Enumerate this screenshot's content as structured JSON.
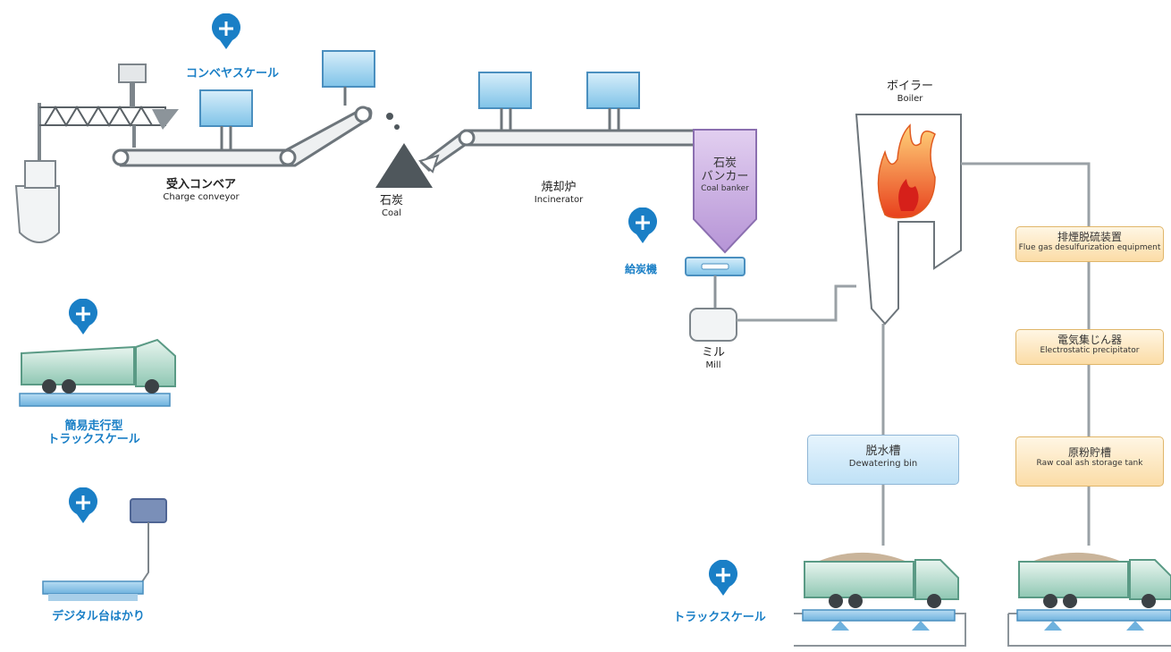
{
  "conveyor_scale": {
    "label": "コンベヤスケール"
  },
  "charge_conveyor": {
    "jp": "受入コンベア",
    "en": "Charge conveyor"
  },
  "coal": {
    "jp": "石炭",
    "en": "Coal"
  },
  "incinerator": {
    "jp": "焼却炉",
    "en": "Incinerator"
  },
  "coal_bunker": {
    "jp1": "石炭",
    "jp2": "バンカー",
    "en": "Coal banker"
  },
  "feeder": {
    "label": "給炭機"
  },
  "mill": {
    "jp": "ミル",
    "en": "Mill"
  },
  "boiler": {
    "jp": "ボイラー",
    "en": "Boiler"
  },
  "simple_truck_scale": {
    "line1": "簡易走行型",
    "line2": "トラックスケール"
  },
  "digital_scale": {
    "label": "デジタル台はかり"
  },
  "truck_scale": {
    "label": "トラックスケール"
  },
  "dewatering_bin": {
    "jp": "脱水槽",
    "en": "Dewatering bin"
  },
  "flue_gas": {
    "jp": "排煙脱硫装置",
    "en": "Flue gas desulfurization equipment"
  },
  "electrostatic": {
    "jp": "電気集じん器",
    "en": "Electrostatic precipitator"
  },
  "ash_tank": {
    "jp": "原粉貯槽",
    "en": "Raw coal ash storage tank"
  },
  "colors": {
    "pin": "#1a7fc6",
    "line": "#9aa1a6",
    "box_blue": "#bfe1f6",
    "box_orange": "#fbdca6"
  }
}
